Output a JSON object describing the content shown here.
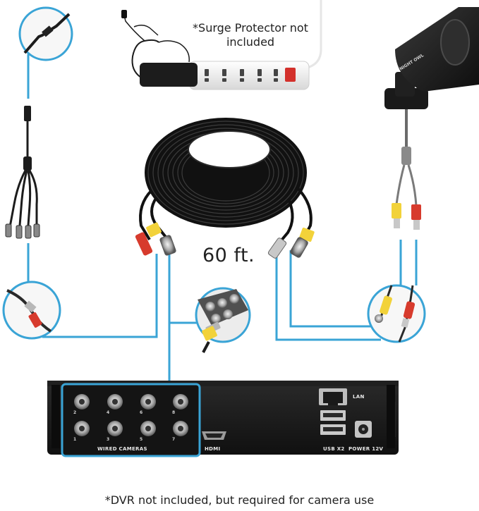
{
  "notes": {
    "surge_protector": "*Surge Protector not included",
    "cable_length": "60 ft.",
    "dvr": "*DVR not included, but required for camera use"
  },
  "camera": {
    "brand": "NIGHT OWL"
  },
  "dvr": {
    "wired_cameras": "WIRED CAMERAS",
    "hdmi": "HDMI",
    "lan": "LAN",
    "usb": "USB X2",
    "power": "POWER 12V",
    "channel_numbers": [
      "2",
      "4",
      "6",
      "8",
      "1",
      "3",
      "5",
      "7"
    ]
  },
  "colors": {
    "connector_line": "#3aa4d6",
    "device_body": "#1a1a1a",
    "video_plug": "#f2d23a",
    "power_plug": "#e0322b",
    "cable": "#111111"
  },
  "icons": [
    "cable-coil-icon",
    "power-splitter-icon",
    "camera-icon",
    "surge-protector-icon",
    "dvr-icon",
    "bnc-connector-icon"
  ]
}
